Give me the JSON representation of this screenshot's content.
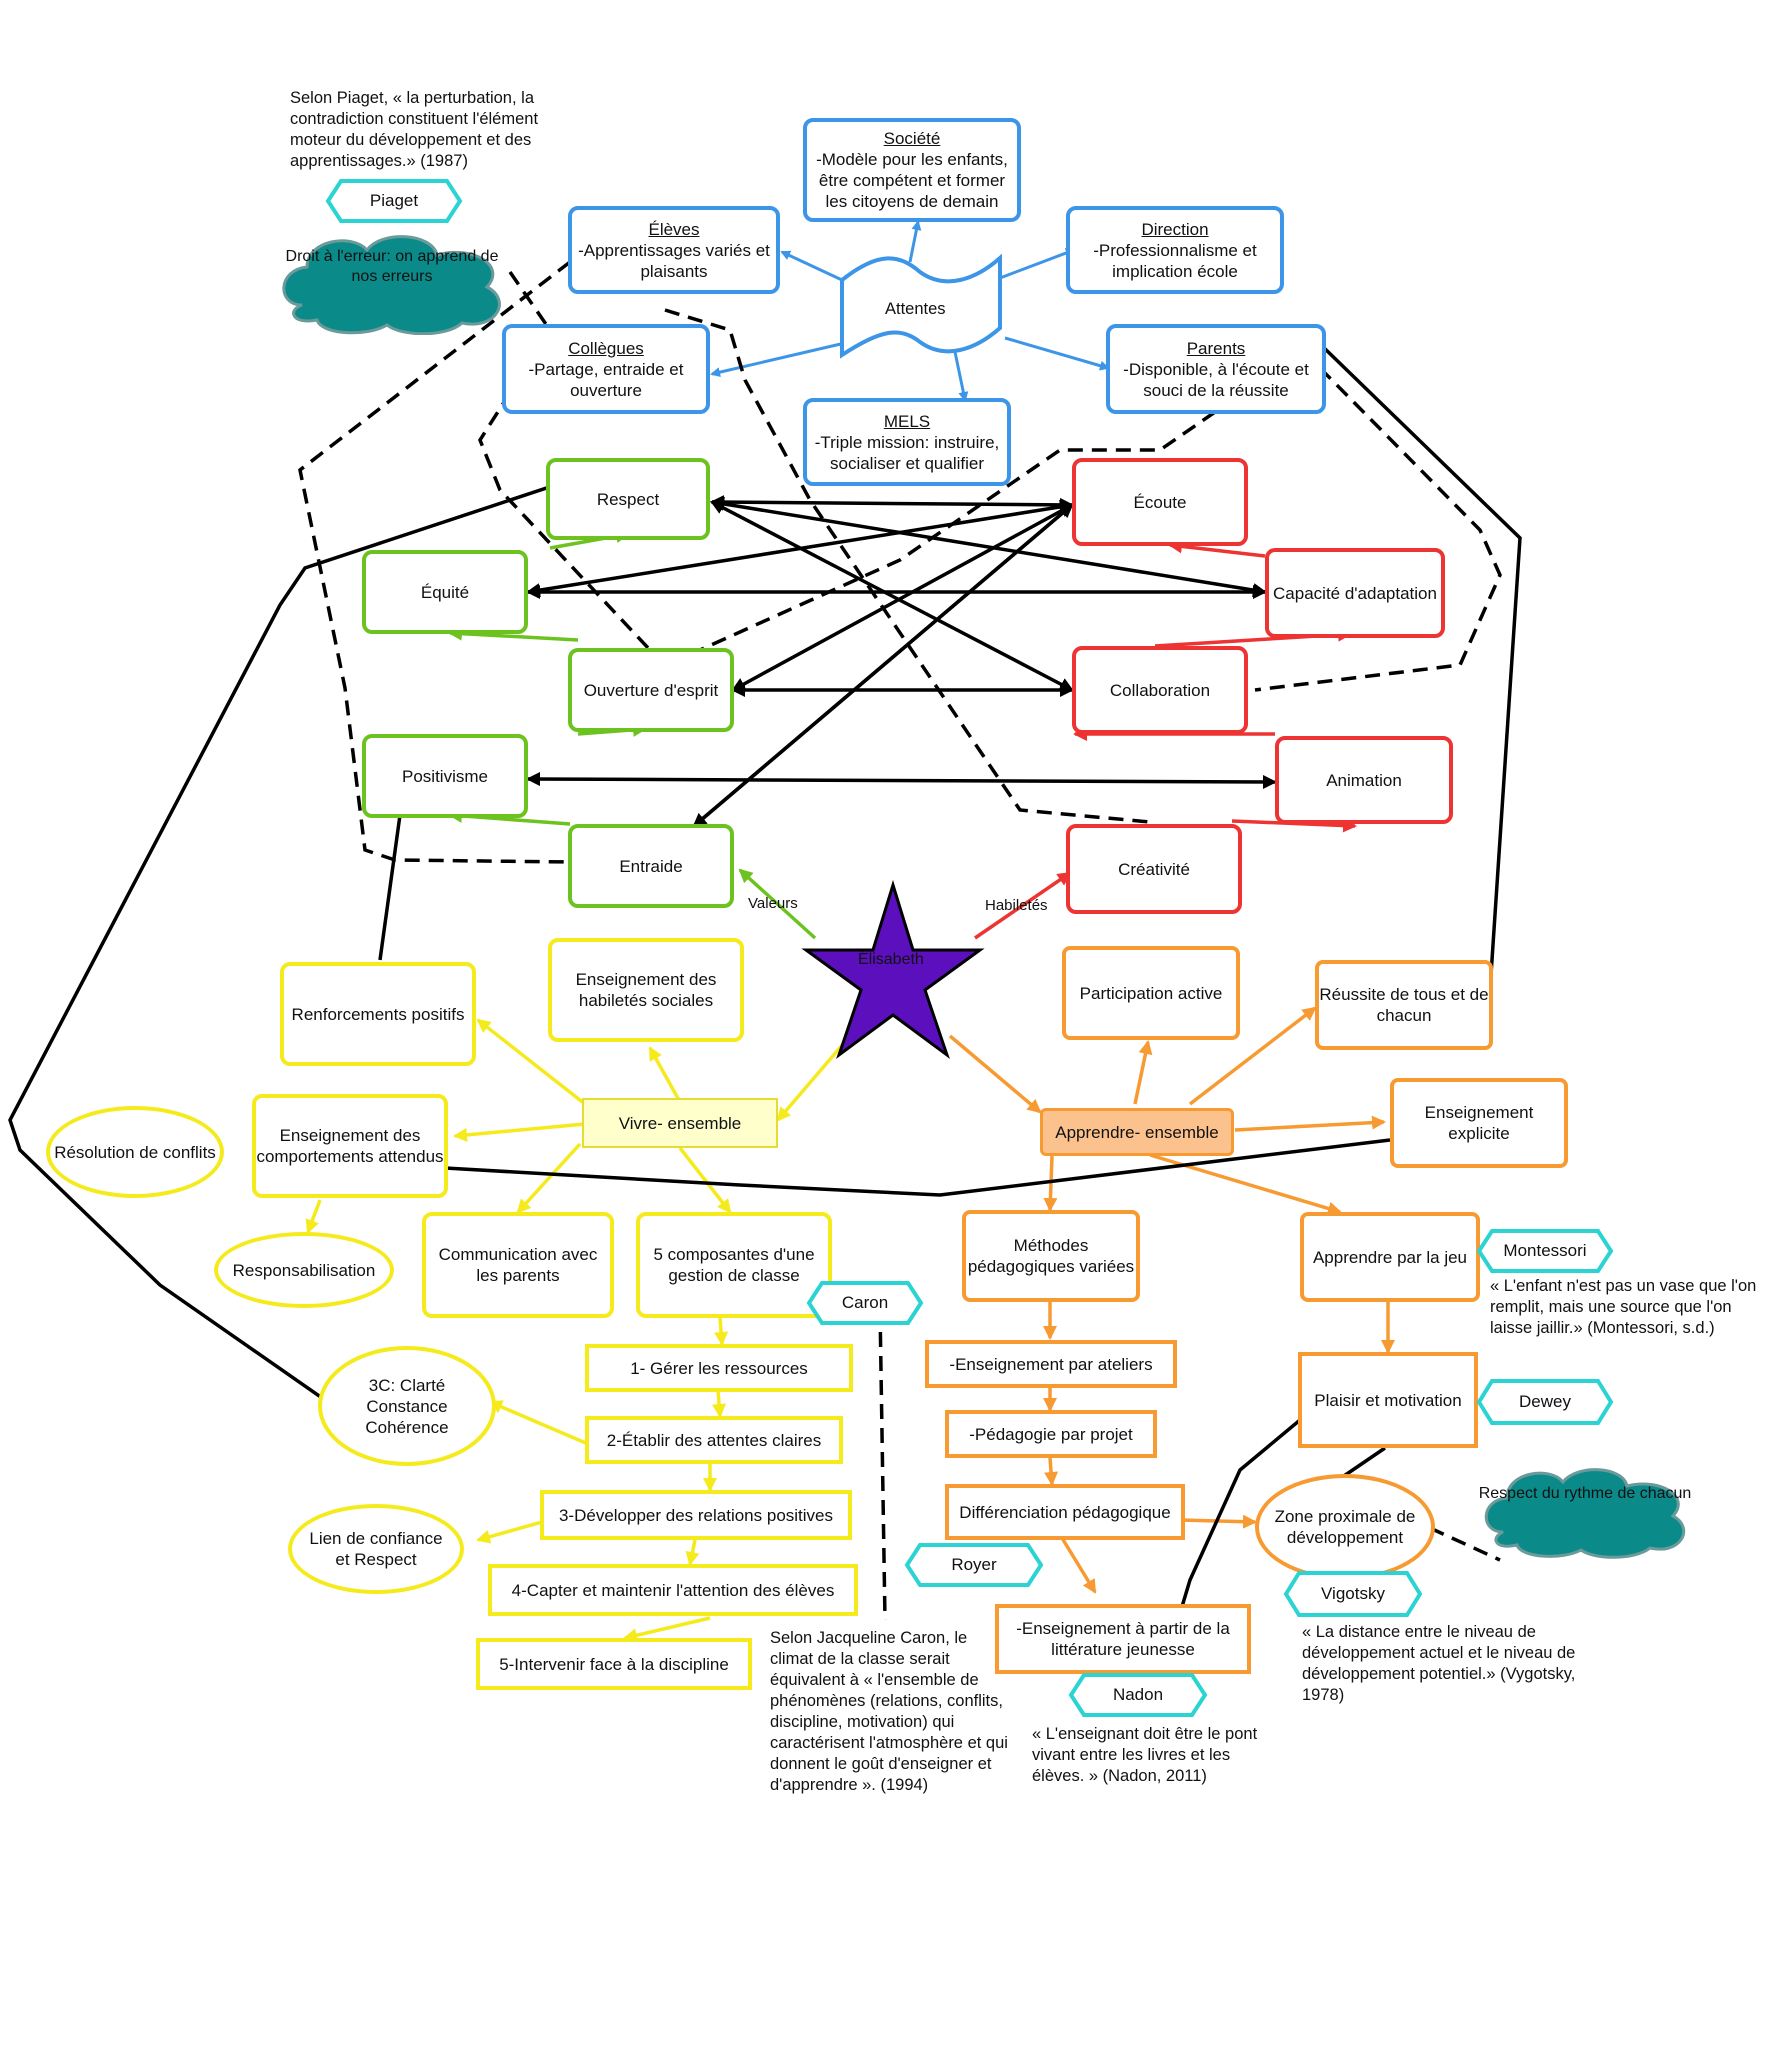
{
  "attentes": {
    "center": "Attentes",
    "societe": {
      "title": "Société",
      "text": "-Modèle pour les enfants, être compétent et former les citoyens de demain"
    },
    "eleves": {
      "title": "Élèves",
      "text": "-Apprentissages variés et plaisants"
    },
    "direction": {
      "title": "Direction",
      "text": "-Professionnalisme et implication école"
    },
    "collegues": {
      "title": "Collègues",
      "text": "-Partage, entraide et ouverture"
    },
    "parents": {
      "title": "Parents",
      "text": "-Disponible, à l'écoute et souci de la réussite"
    },
    "mels": {
      "title": "MELS",
      "text": "-Triple mission: instruire, socialiser et qualifier"
    }
  },
  "piaget": {
    "name": "Piaget",
    "quote": "Selon Piaget, « la perturbation, la contradiction constituent l'élément moteur du développement et des apprentissages.» (1987)",
    "cloud": "Droit à l'erreur: on apprend de nos erreurs"
  },
  "valeurs": {
    "label": "Valeurs",
    "items": [
      "Respect",
      "Équité",
      "Ouverture d'esprit",
      "Positivisme",
      "Entraide"
    ]
  },
  "habiletes": {
    "label": "Habiletés",
    "items": [
      "Écoute",
      "Capacité d'adaptation",
      "Collaboration",
      "Animation",
      "Créativité"
    ]
  },
  "center": "Élisabeth",
  "vivre": {
    "title": "Vivre- ensemble",
    "renforcements": "Renforcements positifs",
    "habiletes_sociales": "Enseignement des habiletés sociales",
    "comportements": "Enseignement des comportements attendus",
    "resolution": "Résolution de conflits",
    "responsabilisation": "Responsabilisation",
    "communication": "Communication avec les parents",
    "composantes": "5 composantes d'une gestion de classe",
    "steps": [
      "1- Gérer les ressources",
      "2-Établir des attentes claires",
      "3-Développer des relations positives",
      "4-Capter et maintenir l'attention des élèves",
      "5-Intervenir face à la discipline"
    ],
    "trois_c": "3C: Clarté Constance Cohérence",
    "lien": "Lien de confiance et Respect",
    "caron": "Caron",
    "caron_quote": "Selon Jacqueline Caron, le climat de la classe serait équivalent à « l'ensemble de phénomènes (relations, conflits, discipline, motivation) qui caractérisent l'atmosphère et qui donnent le goût d'enseigner et d'apprendre ». (1994)"
  },
  "apprendre": {
    "title": "Apprendre- ensemble",
    "participation": "Participation active",
    "reussite": "Réussite de tous et de chacun",
    "explicite": "Enseignement explicite",
    "methodes": "Méthodes pédagogiques variées",
    "ateliers": "-Enseignement par ateliers",
    "projet": "-Pédagogie par projet",
    "differenciation": "Différenciation pédagogique",
    "litterature": "-Enseignement à partir de la littérature jeunesse",
    "jeu": "Apprendre par la jeu",
    "plaisir": "Plaisir et motivation",
    "zone": "Zone proximale de développement",
    "royer": "Royer",
    "nadon": "Nadon",
    "nadon_quote": "« L'enseignant doit être le pont vivant entre les livres et les élèves. » (Nadon, 2011)",
    "montessori": "Montessori",
    "montessori_quote": "« L'enfant n'est pas un vase que l'on remplit, mais une source que l'on laisse jaillir.» (Montessori, s.d.)",
    "dewey": "Dewey",
    "vigotsky": "Vigotsky",
    "vigotsky_quote": "« La distance entre le niveau de développement actuel et le niveau de développement potentiel.» (Vygotsky, 1978)",
    "cloud": "Respect du rythme de chacun"
  }
}
